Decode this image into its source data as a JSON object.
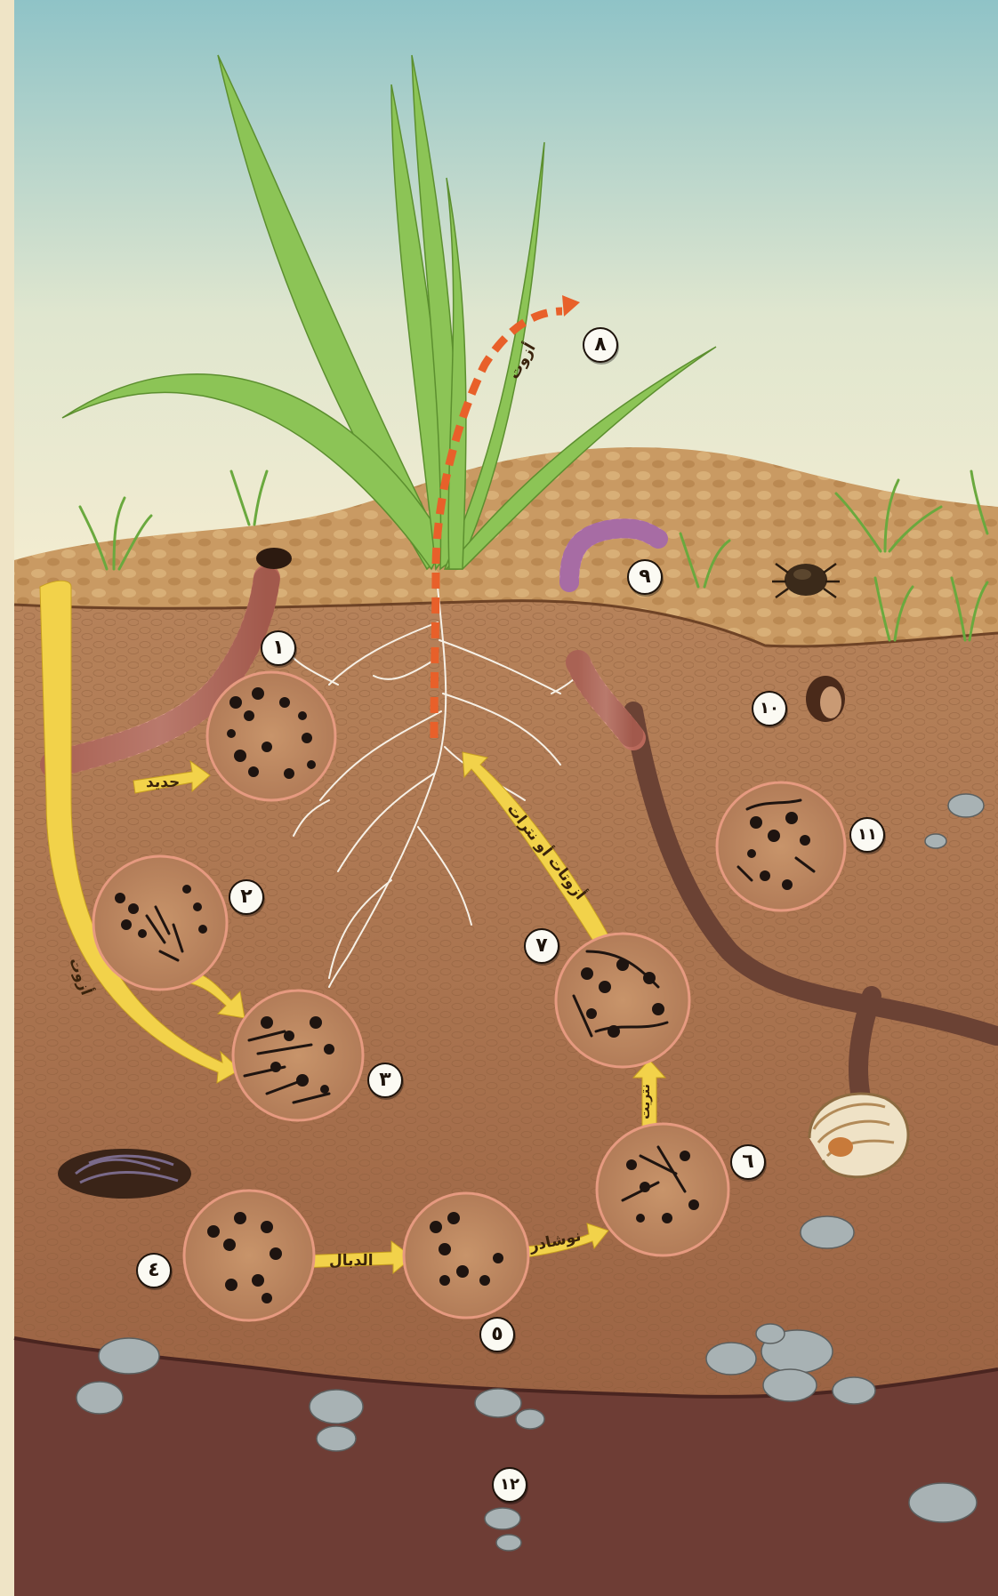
{
  "callouts": {
    "c1": "١",
    "c2": "٢",
    "c3": "٣",
    "c4": "٤",
    "c5": "٥",
    "c6": "٦",
    "c7": "٧",
    "c8": "٨",
    "c9": "٩",
    "c10": "١٠",
    "c11": "١١",
    "c12": "١٢"
  },
  "arrow_labels": {
    "iron": "حديد",
    "nitrogen_left": "أزوت",
    "nitrogen_plant": "أزوت",
    "nitrates": "أزوتات أو نترات",
    "humus": "الدبال",
    "ammonia": "نوشادر",
    "nitrites": "نتريت"
  },
  "colors": {
    "sky_top": "#8fc3c7",
    "sky_bottom": "#f3ecd0",
    "topsoil": "#c99a63",
    "soil": "#a97350",
    "subsoil": "#6e3d35",
    "arrow_yellow": "#f2d24a",
    "nitrogen_dash": "#e8602a",
    "circle_ring": "#e69a80"
  }
}
